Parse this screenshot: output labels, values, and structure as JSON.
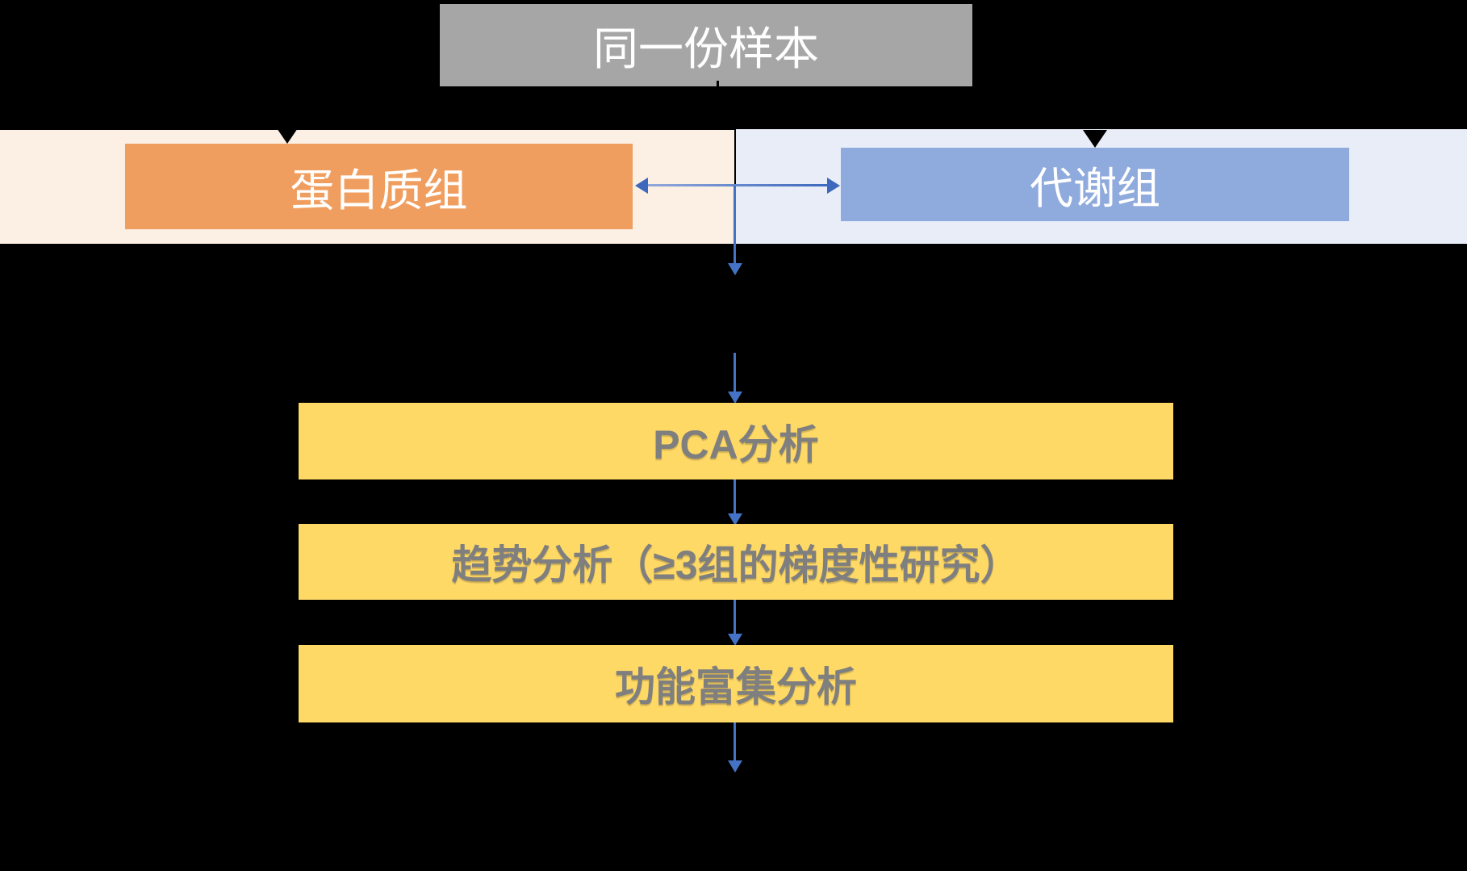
{
  "diagram": {
    "background_color": "#000000",
    "sample_box": {
      "label": "同一份样本",
      "bg_color": "#A6A6A6",
      "text_color": "#FFFFFF"
    },
    "branches": [
      {
        "id": "proteome",
        "label": "蛋白质组",
        "box_color": "#F09E5F",
        "band_color": "#FCEFE4",
        "text_color": "#FFFFFF"
      },
      {
        "id": "metabolome",
        "label": "代谢组",
        "box_color": "#8FAADC",
        "band_color": "#E8EDF8",
        "text_color": "#FFFFFF"
      }
    ],
    "steps": [
      {
        "label": "PCA分析"
      },
      {
        "label": "趋势分析（≥3组的梯度性研究）"
      },
      {
        "label": "功能富集分析"
      }
    ],
    "step_style": {
      "bg_color": "#FFD966",
      "text_color": "#7F7F7F"
    },
    "arrow_color": "#4472C4",
    "connector_color": "#000000"
  }
}
